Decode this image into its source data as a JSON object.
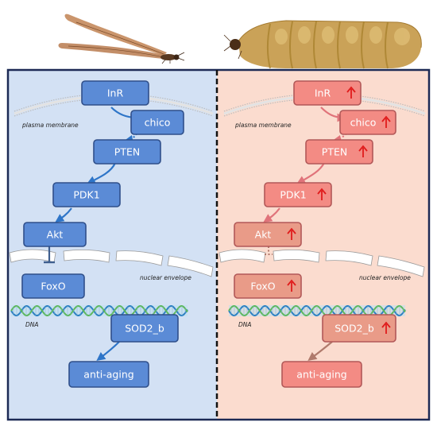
{
  "colors": {
    "left_panel": "#d3e1f4",
    "right_panel": "#fbdccf",
    "left_node_fill": "#5b8bd6",
    "left_node_stroke": "#2f4f8a",
    "left_arrow": "#2e75c8",
    "right_node_fill": "#f38b84",
    "right_node_fill_muted": "#e99b88",
    "right_node_stroke": "#b25858",
    "right_arrow": "#e0737a",
    "up_arrow": "#e01b1b",
    "divider": "#111111",
    "frame": "#1d2a55"
  },
  "left": {
    "nodes": {
      "inr": "InR",
      "chico": "chico",
      "pten": "PTEN",
      "pdk1": "PDK1",
      "akt": "Akt",
      "foxo": "FoxO",
      "sod2b": "SOD2_b",
      "antiaging": "anti-aging"
    },
    "labels": {
      "plasma_membrane": "plasma membrane",
      "nuclear_envelope": "nuclear envelope",
      "dna": "DNA"
    }
  },
  "right": {
    "nodes": {
      "inr": "InR",
      "chico": "chico",
      "pten": "PTEN",
      "pdk1": "PDK1",
      "akt": "Akt",
      "foxo": "FoxO",
      "sod2b": "SOD2_b",
      "antiaging": "anti-aging"
    },
    "up_icon": "arrow-up-icon",
    "labels": {
      "plasma_membrane": "plasma membrane",
      "nuclear_envelope": "nuclear envelope",
      "dna": "DNA"
    }
  },
  "images": {
    "left": "winged-termite-icon",
    "right": "queen-termite-abdomen-icon"
  }
}
